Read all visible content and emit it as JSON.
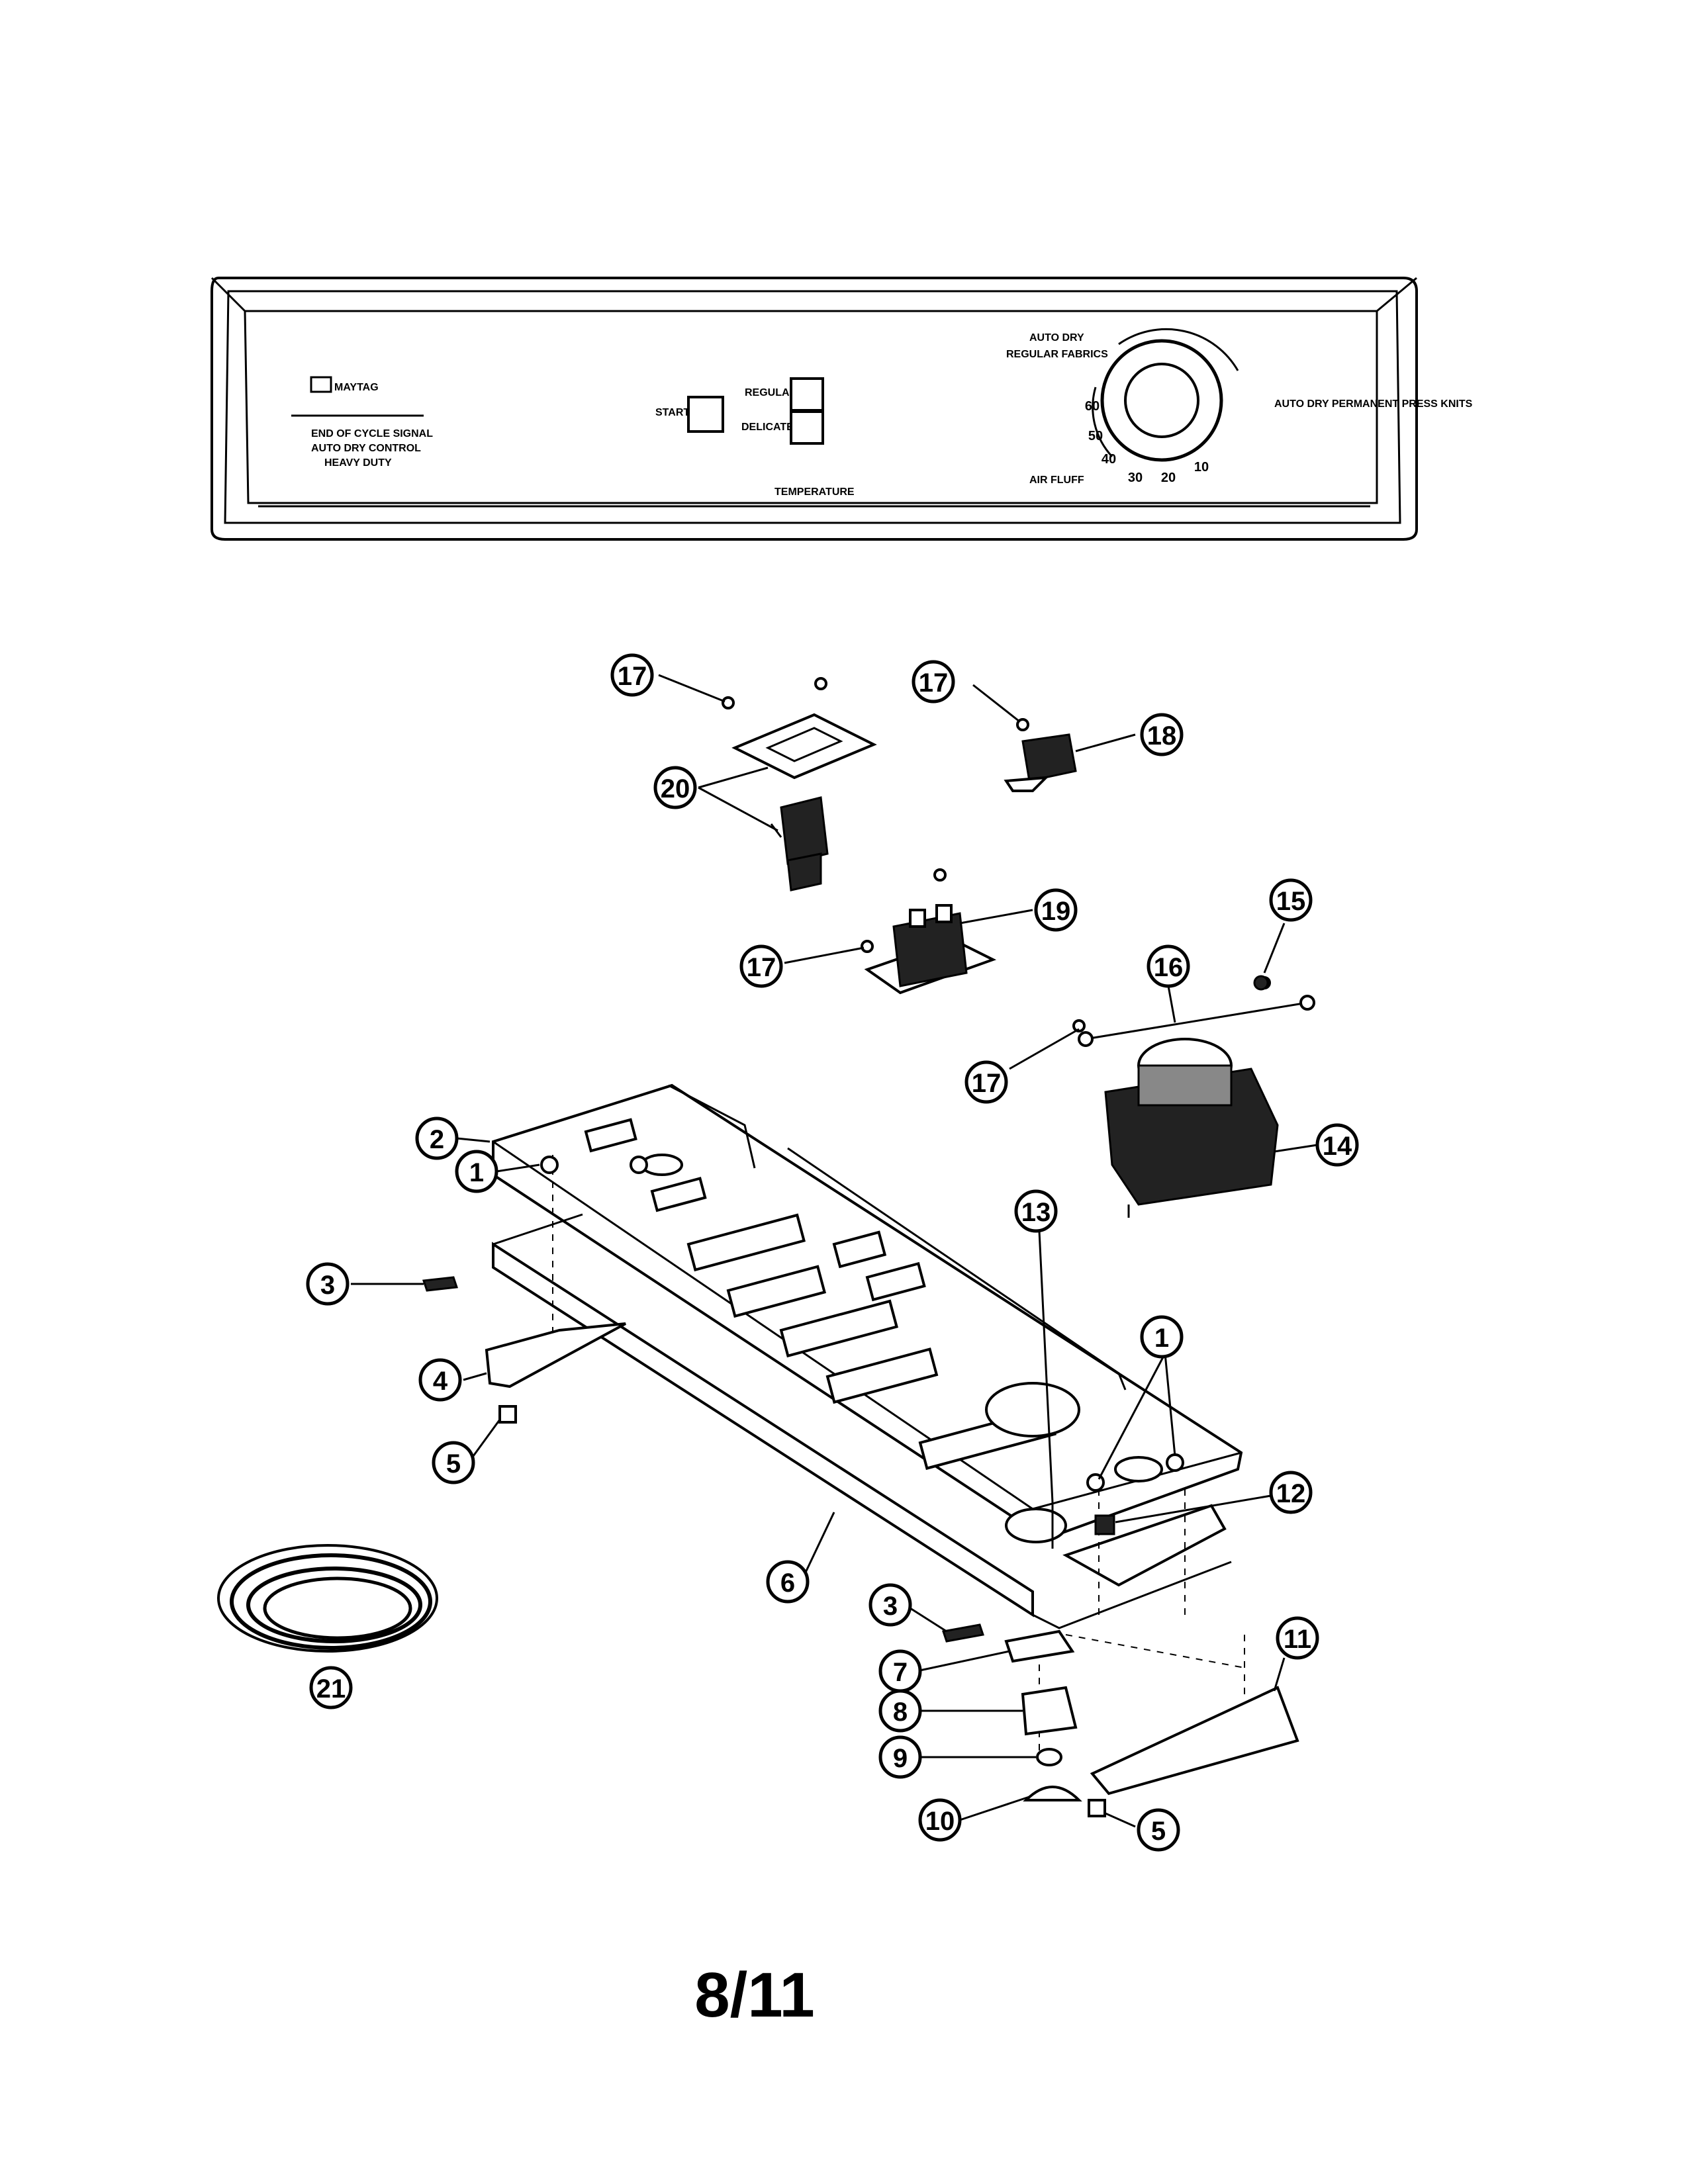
{
  "page_number": "8/11",
  "control_panel": {
    "brand": "MAYTAG",
    "cycle_notes": [
      "END OF CYCLE SIGNAL",
      "AUTO DRY CONTROL",
      "HEAVY DUTY"
    ],
    "start_label": "START",
    "regular_label": "REGULAR",
    "delicate_label": "DELICATE",
    "temperature_label": "TEMPERATURE",
    "air_fluff_label": "AIR FLUFF",
    "auto_dry_label": "AUTO DRY",
    "regular_fabrics_label": "REGULAR FABRICS",
    "permanent_press_label": "AUTO DRY PERMANENT PRESS KNITS",
    "dial_numbers": [
      "60",
      "50",
      "40",
      "30",
      "20",
      "10"
    ]
  },
  "callouts": {
    "c1a": "1",
    "c2": "2",
    "c3a": "3",
    "c4": "4",
    "c5a": "5",
    "c6": "6",
    "c3b": "3",
    "c7": "7",
    "c8": "8",
    "c9": "9",
    "c10": "10",
    "c5b": "5",
    "c11": "11",
    "c12": "12",
    "c1b": "1",
    "c13": "13",
    "c14": "14",
    "c15": "15",
    "c16": "16",
    "c17a": "17",
    "c17b": "17",
    "c17c": "17",
    "c17d": "17",
    "c18": "18",
    "c19": "19",
    "c20": "20",
    "c21": "21"
  }
}
